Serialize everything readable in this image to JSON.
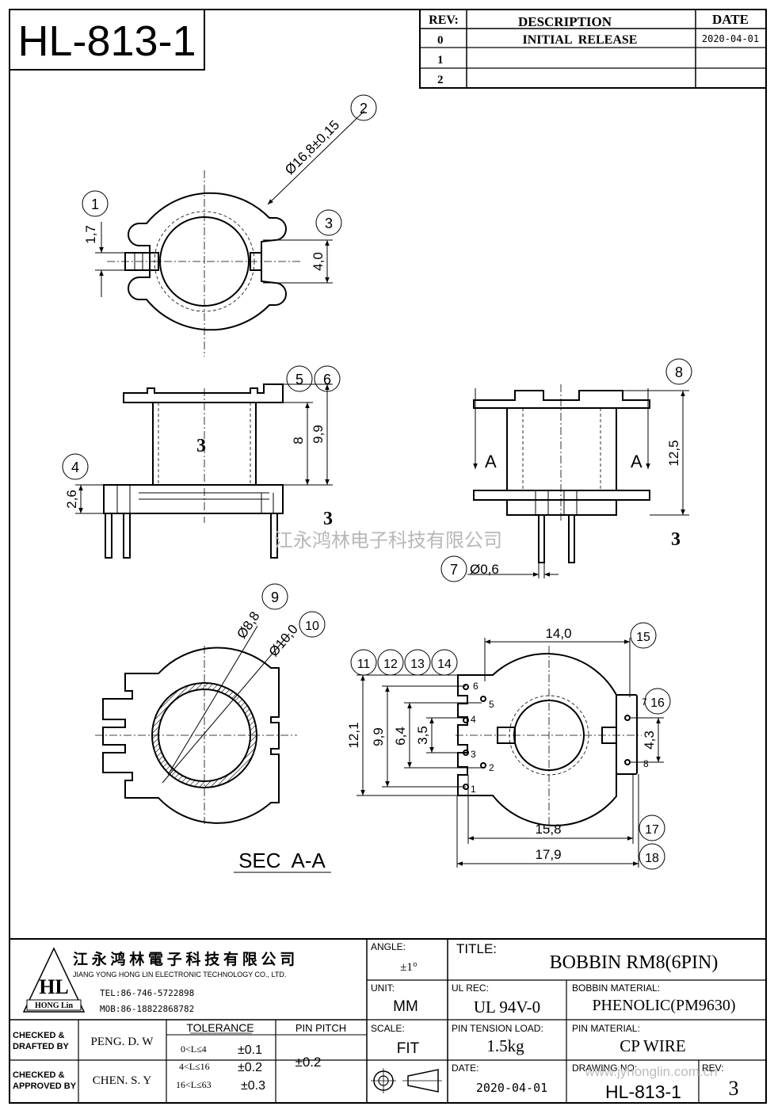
{
  "part_number": "HL-813-1",
  "revision_table": {
    "headers": [
      "REV:",
      "DESCRIPTION",
      "DATE"
    ],
    "rows": [
      {
        "rev": "0",
        "description": "INITIAL  RELEASE",
        "date": "2020-04-01"
      },
      {
        "rev": "1",
        "description": "",
        "date": ""
      },
      {
        "rev": "2",
        "description": "",
        "date": ""
      }
    ]
  },
  "callouts": [
    "1",
    "2",
    "3",
    "4",
    "5",
    "6",
    "7",
    "8",
    "9",
    "10",
    "11",
    "12",
    "13",
    "14",
    "15",
    "16",
    "17",
    "18"
  ],
  "dimensions": {
    "outer_dia": "Ø16,8±0,15",
    "slot_width": "1,7",
    "slot_4": "4,0",
    "h8": "8",
    "h99": "9,9",
    "h26": "2,6",
    "h125": "12,5",
    "pin_dia": "Ø0,6",
    "d88": "Ø8,8",
    "d100": "Ø10,0",
    "w140": "14,0",
    "h121": "12,1",
    "h99b": "9,9",
    "h64": "6,4",
    "h35": "3,5",
    "h43": "4,3",
    "w158": "15,8",
    "w179": "17,9",
    "num3": "3",
    "section_mark": "A"
  },
  "pin_numbers": [
    "1",
    "2",
    "3",
    "4",
    "5",
    "6",
    "7",
    "8"
  ],
  "section_label": "SEC  A-A",
  "watermark_cn": "江永鸿林电子科技有限公司",
  "watermark_url": "www.jyhonglin.com.cn",
  "company": {
    "name_cn": "江 永 鸿 林 電 子 科 技 有 限 公 司",
    "name_en": "JIANG YONG HONG LIN ELECTRONIC TECHNOLOGY CO., LTD.",
    "tel": "TEL:86-746-5722898",
    "mob": "MOB:86-18822868782",
    "logo_text": "HL",
    "logo_sub": "HONG Lin"
  },
  "title_block": {
    "angle_label": "ANGLE:",
    "angle_value": "±1°",
    "title_label": "TITLE:",
    "title_value": "BOBBIN RM8(6PIN)",
    "unit_label": "UNIT:",
    "unit_value": "MM",
    "ul_label": "UL REC:",
    "ul_value": "UL 94V-0",
    "bobbin_mat_label": "BOBBIN MATERIAL:",
    "bobbin_mat_value": "PHENOLIC(PM9630)",
    "checked_drafted_label_1": "CHECKED &",
    "checked_drafted_label_2": "DRAFTED BY",
    "checked_drafted_value": "PENG. D. W",
    "checked_approved_label_1": "CHECKED &",
    "checked_approved_label_2": "APPROVED BY",
    "checked_approved_value": "CHEN. S. Y",
    "tolerance_label": "TOLERANCE",
    "tol_rows": [
      {
        "range": "0<L≤4",
        "value": "±0.1"
      },
      {
        "range": "4<L≤16",
        "value": "±0.2"
      },
      {
        "range": "16<L≤63",
        "value": "±0.3"
      }
    ],
    "pin_pitch_label": "PIN PITCH",
    "pin_pitch_value": "±0.2",
    "scale_label": "SCALE:",
    "scale_value": "FIT",
    "tension_label": "PIN TENSION LOAD:",
    "tension_value": "1.5kg",
    "pin_mat_label": "PIN MATERIAL:",
    "pin_mat_value": "CP WIRE",
    "date_label": "DATE:",
    "date_value": "2020-04-01",
    "drawing_no_label": "DRAWING NO:",
    "drawing_no_value": "HL-813-1",
    "rev_label": "REV:",
    "rev_value": "3"
  }
}
